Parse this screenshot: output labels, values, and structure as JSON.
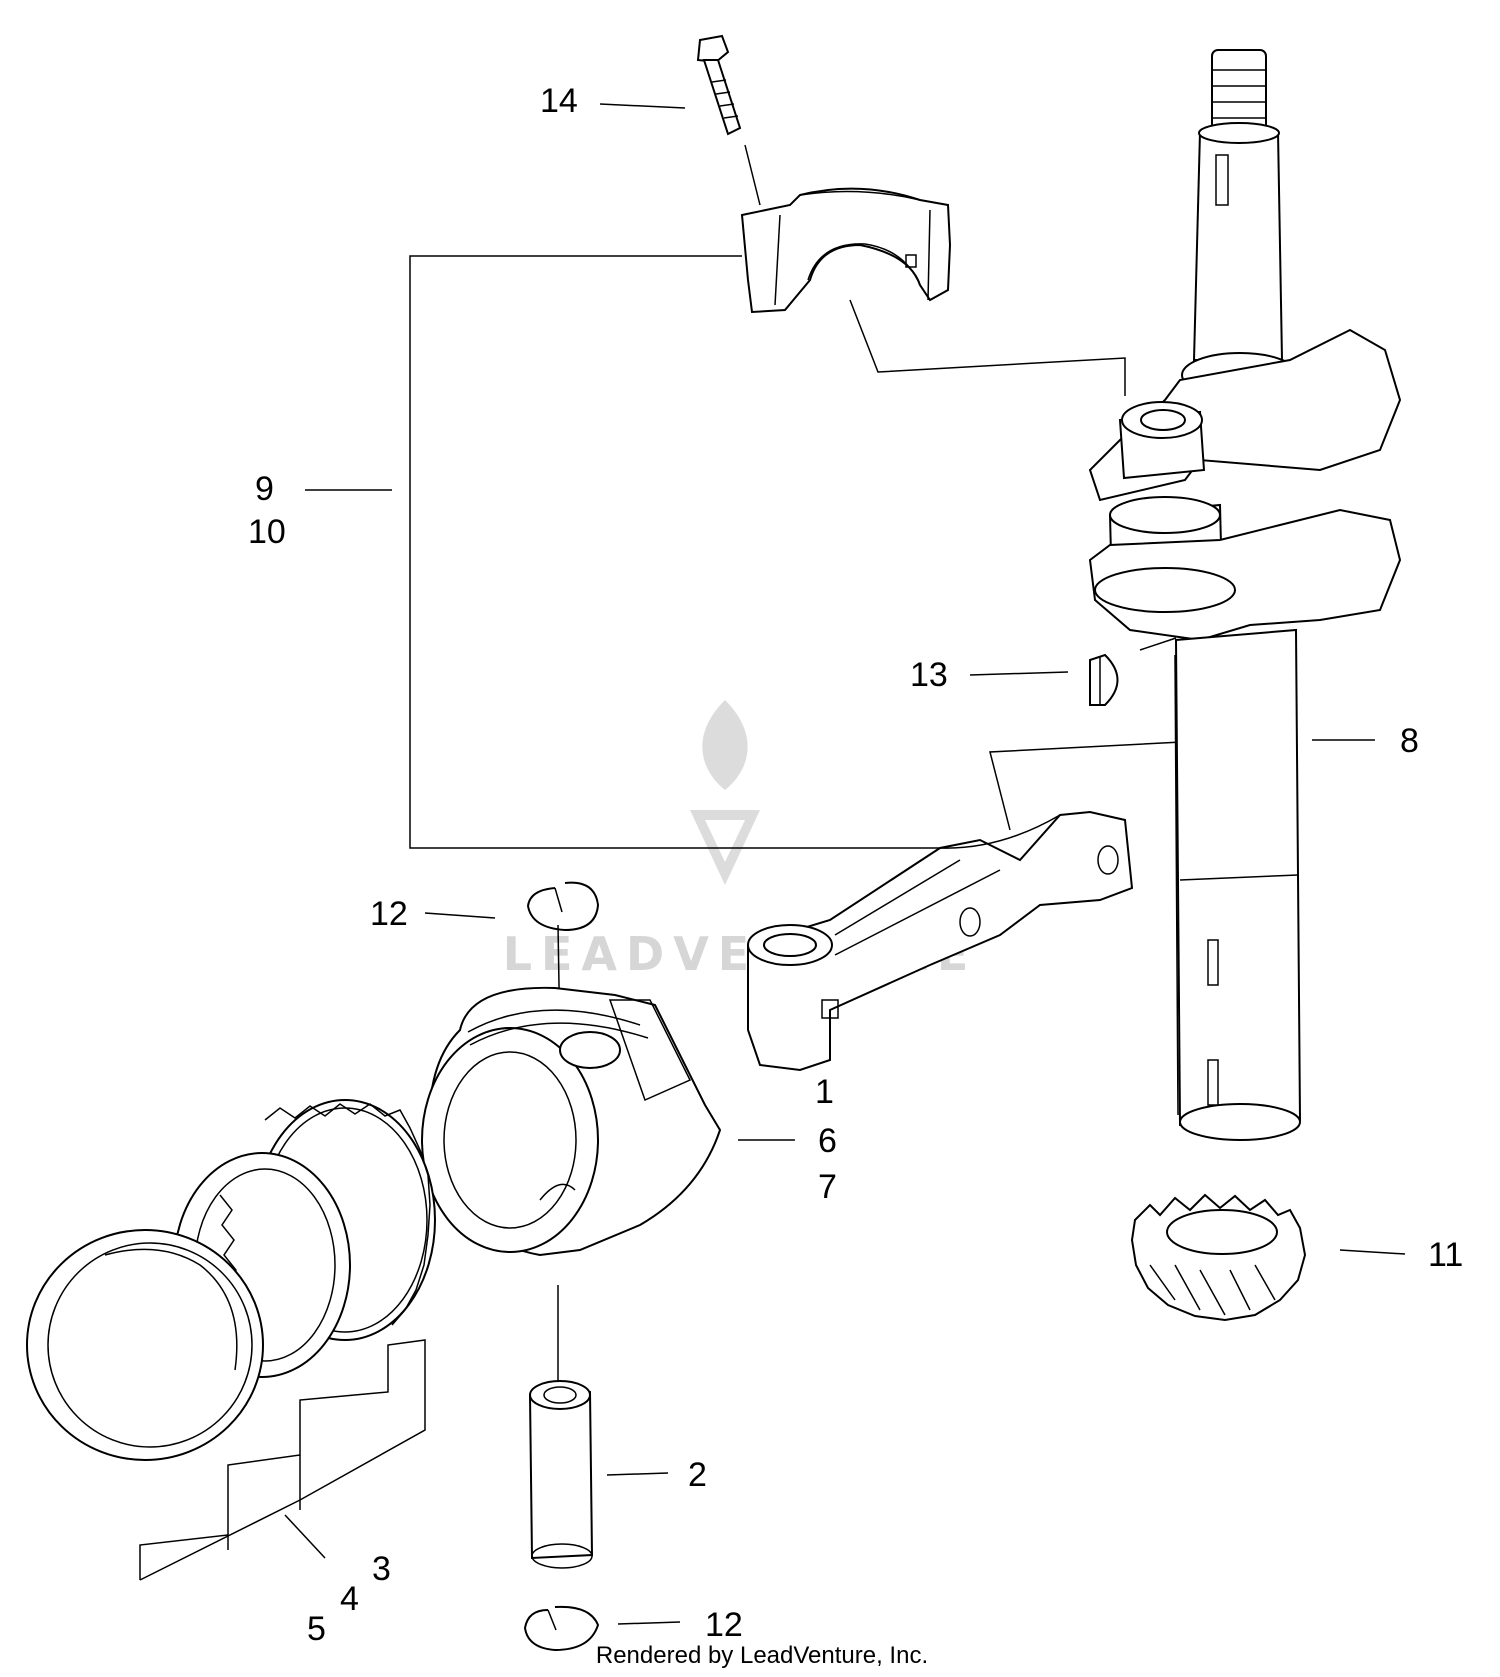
{
  "callouts": {
    "c1": "1",
    "c2": "2",
    "c3": "3",
    "c4": "4",
    "c5": "5",
    "c6": "6",
    "c7": "7",
    "c8": "8",
    "c9": "9",
    "c10": "10",
    "c11": "11",
    "c12_top": "12",
    "c12_bottom": "12",
    "c13": "13",
    "c14": "14"
  },
  "watermark": "LEADVENTURE",
  "credit": "Rendered by LeadVenture, Inc.",
  "colors": {
    "ink": "#000000",
    "watermark": "#d6d6d6",
    "background": "#ffffff"
  }
}
